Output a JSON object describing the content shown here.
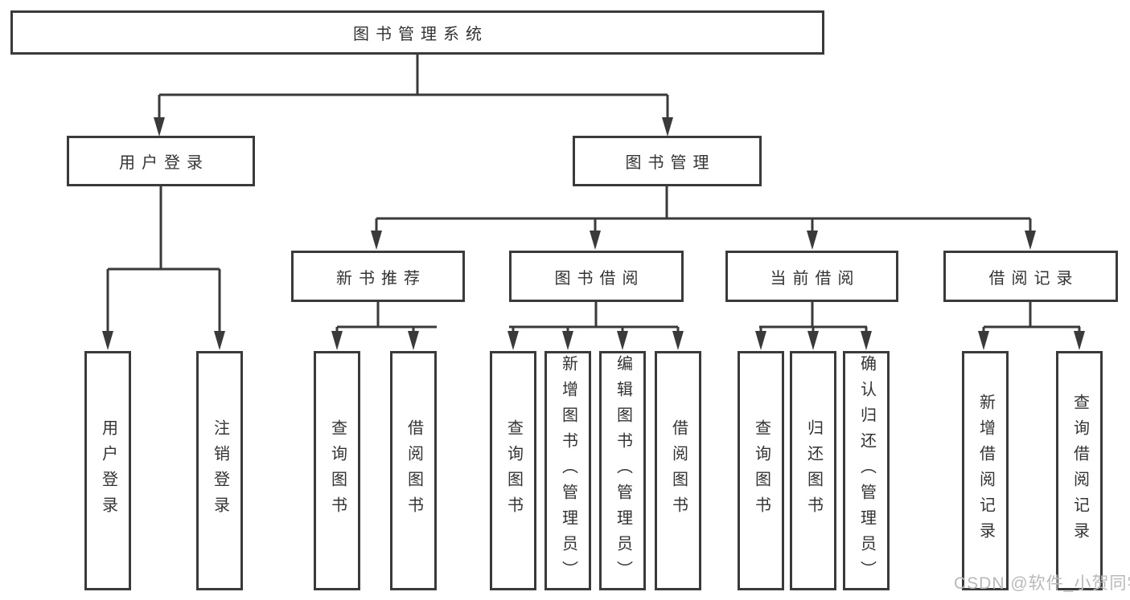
{
  "diagram_title": "图书管理系统",
  "colors": {
    "line": "#3a3a3a",
    "text": "#333333",
    "background": "#ffffff",
    "watermark": "#b9b9b9"
  },
  "nodes": {
    "root": {
      "label": "图书管理系统"
    },
    "level2": [
      {
        "label": "用户登录",
        "parent": "图书管理系统"
      },
      {
        "label": "图书管理",
        "parent": "图书管理系统"
      }
    ],
    "level3": [
      {
        "label": "新书推荐",
        "parent": "图书管理"
      },
      {
        "label": "图书借阅",
        "parent": "图书管理"
      },
      {
        "label": "当前借阅",
        "parent": "图书管理"
      },
      {
        "label": "借阅记录",
        "parent": "图书管理"
      }
    ],
    "leaves": [
      {
        "label": "用户登录",
        "parent": "用户登录"
      },
      {
        "label": "注销登录",
        "parent": "用户登录"
      },
      {
        "label": "查询图书",
        "parent": "新书推荐"
      },
      {
        "label": "借阅图书",
        "parent": "新书推荐"
      },
      {
        "label": "查询图书",
        "parent": "图书借阅"
      },
      {
        "label": "新增图书（管理员）",
        "parent": "图书借阅"
      },
      {
        "label": "编辑图书（管理员）",
        "parent": "图书借阅"
      },
      {
        "label": "借阅图书",
        "parent": "图书借阅"
      },
      {
        "label": "查询图书",
        "parent": "当前借阅"
      },
      {
        "label": "归还图书",
        "parent": "当前借阅"
      },
      {
        "label": "确认归还（管理员）",
        "parent": "当前借阅"
      },
      {
        "label": "新增借阅记录",
        "parent": "借阅记录"
      },
      {
        "label": "查询借阅记录",
        "parent": "借阅记录"
      }
    ]
  },
  "watermark": "CSDN @软件_小贺同学"
}
